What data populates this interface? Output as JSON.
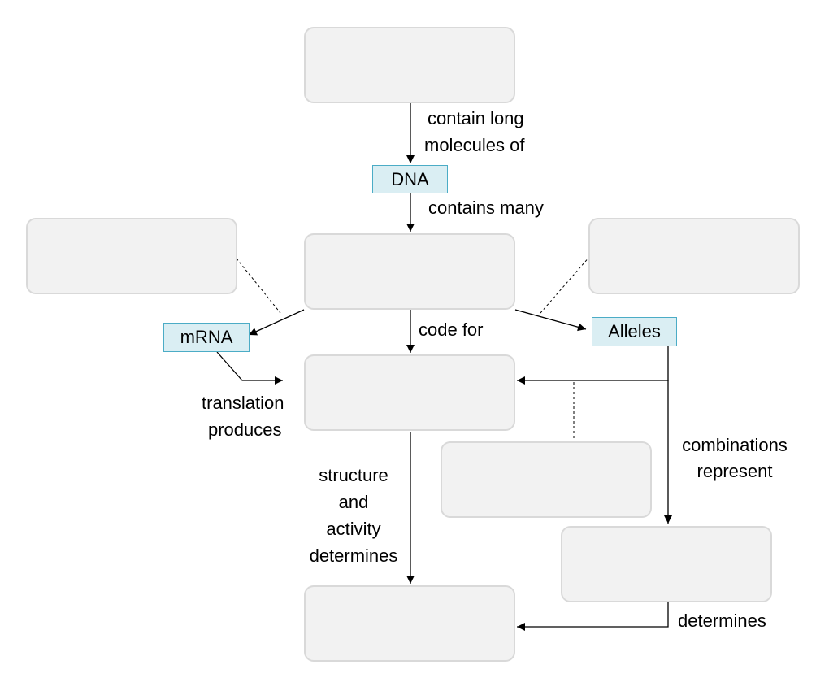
{
  "concept_map": {
    "blank_boxes": [
      {
        "id": "top",
        "text": ""
      },
      {
        "id": "left-upper",
        "text": ""
      },
      {
        "id": "center",
        "text": ""
      },
      {
        "id": "right-upper",
        "text": ""
      },
      {
        "id": "middle",
        "text": ""
      },
      {
        "id": "lower-middle",
        "text": ""
      },
      {
        "id": "lower-right",
        "text": ""
      },
      {
        "id": "bottom",
        "text": ""
      }
    ],
    "terms": {
      "dna": "DNA",
      "mrna": "mRNA",
      "alleles": "Alleles"
    },
    "links": {
      "contain_long": "contain long",
      "molecules_of": "molecules of",
      "contains_many": "contains many",
      "code_for": "code for",
      "translation": "translation",
      "produces": "produces",
      "structure": "structure",
      "and": "and",
      "activity": "activity",
      "determines_1": "determines",
      "combinations": "combinations",
      "represent": "represent",
      "determines_2": "determines"
    },
    "colors": {
      "blank_fill": "#f2f2f2",
      "blank_border": "#d9d9d9",
      "term_fill": "#daeef3",
      "term_border": "#4bacc6",
      "connector": "#000000"
    }
  }
}
